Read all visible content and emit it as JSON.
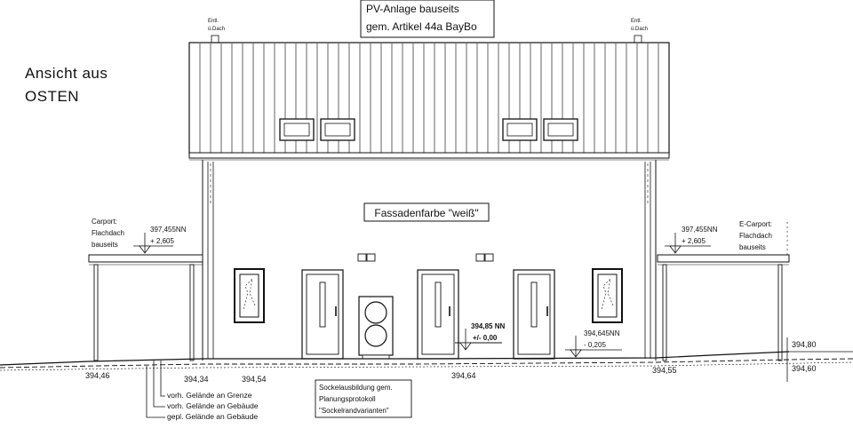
{
  "view_title": {
    "line1": "Ansicht aus",
    "line2": "OSTEN"
  },
  "pv_note": {
    "line1": "PV-Anlage bauseits",
    "line2": "gem. Artikel 44a BayBo"
  },
  "vent_left": {
    "line1": "Entl.",
    "line2": "ü.Dach"
  },
  "vent_right": {
    "line1": "Entl.",
    "line2": "ü.Dach"
  },
  "facade_label": "Fassadenfarbe \"weiß\"",
  "carport_left": {
    "label1": "Carport:",
    "label2": "Flachdach",
    "label3": "bauseits",
    "level1": "397,455NN",
    "level2": "+ 2,605"
  },
  "carport_right": {
    "label1": "E-Carport:",
    "label2": "Flachdach",
    "label3": "bauseits",
    "level1": "397,455NN",
    "level2": "+ 2,605"
  },
  "level_door": {
    "line1": "394,85 NN",
    "line2": "+/- 0,00"
  },
  "level_right": {
    "line1": "394,645NN",
    "line2": "- 0,205"
  },
  "ground_levels": {
    "a": "394,46",
    "b": "394,34",
    "c": "394,54",
    "d": "394,64",
    "e": "394,55",
    "f": "394,80",
    "g": "394,60"
  },
  "legend": {
    "item1": "vorh. Gelände an Grenze",
    "item2": "vorh. Gelände an Gebäude",
    "item3": "gepl. Gelände an Gebäude"
  },
  "sockel_note": {
    "line1": "Sockelausbildung gem.",
    "line2": "Planungsprotokoll",
    "line3": "\"Sockelrandvarianten\""
  }
}
